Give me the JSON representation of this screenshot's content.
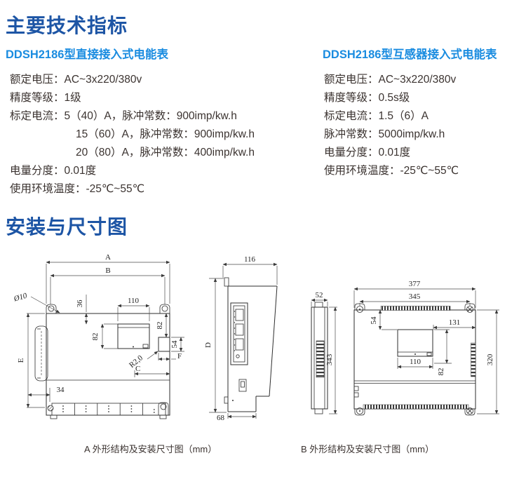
{
  "headers": {
    "main": "主要技术指标",
    "install": "安装与尺寸图"
  },
  "columns": [
    {
      "title": "DDSH2186型直接接入式电能表",
      "specs": [
        "额定电压：AC~3x220/380v",
        "精度等级：1级",
        "标定电流：5（40）A，脉冲常数：900imp/kw.h",
        "15（60）A，脉冲常数：900imp/kw.h",
        "20（80）A，脉冲常数：400imp/kw.h",
        "电量分度：0.01度",
        "使用环境温度：-25℃~55℃"
      ]
    },
    {
      "title": "DDSH2186型互感器接入式电能表",
      "specs": [
        "额定电压：AC~3x220/380v",
        "精度等级：0.5s级",
        "标定电流：1.5（6）A",
        "脉冲常数：5000imp/kw.h",
        "电量分度：0.01度",
        "使用环境温度：-25℃~55℃"
      ]
    }
  ],
  "diagram_a": {
    "caption": "A 外形结构及安装尺寸图（mm）",
    "front": {
      "overall_width": "A",
      "mount_width": "B",
      "hole_dia": "Ø10",
      "top_to_display": "36",
      "display_width": "110",
      "display_height": "82",
      "right_height": "82",
      "notch_height": "54",
      "corner_radius": "R2,0",
      "dim_c": "C",
      "dim_f": "F",
      "overall_height": "E",
      "bottom_offset": "34"
    },
    "side": {
      "depth": "116",
      "height": "D",
      "foot_depth": "68"
    }
  },
  "diagram_b": {
    "caption": "B 外形结构及安装尺寸图（mm）",
    "side": {
      "depth": "52",
      "height": "343"
    },
    "front": {
      "overall_width": "377",
      "mount_width": "345",
      "right_offset": "131",
      "top_to_display": "54",
      "display_width": "110",
      "display_height": "82",
      "overall_height": "320"
    }
  },
  "colors": {
    "title_blue": "#1d55a5",
    "subtitle_blue": "#1a8ce0",
    "body_text": "#3b3330"
  }
}
